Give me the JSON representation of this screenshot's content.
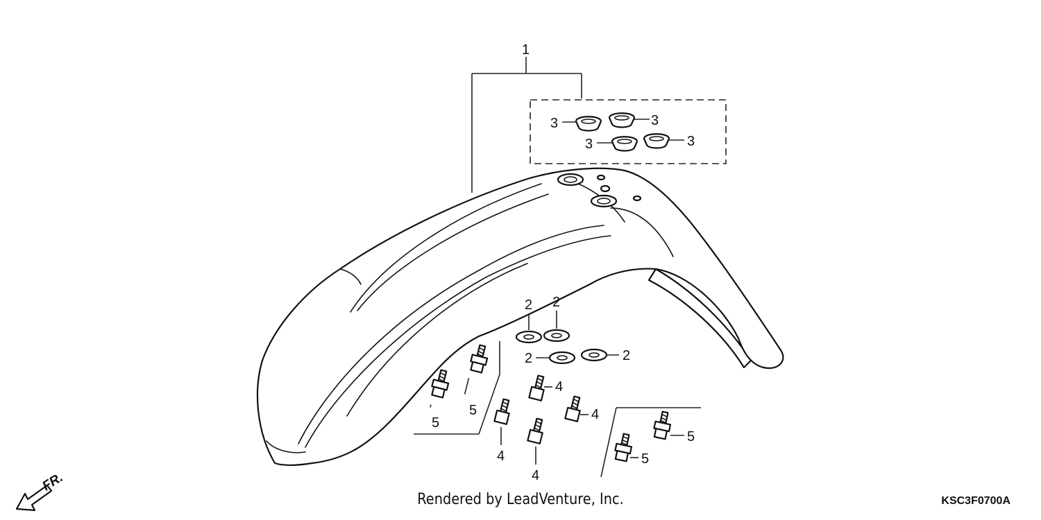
{
  "diagram": {
    "credit": "Rendered by LeadVenture, Inc.",
    "code": "KSC3F0700A",
    "direction_label": "FR.",
    "callouts": {
      "c1": "1",
      "c2a": "2",
      "c2b": "2",
      "c2c": "2",
      "c2d": "2",
      "c3a": "3",
      "c3b": "3",
      "c3c": "3",
      "c3d": "3",
      "c4a": "4",
      "c4b": "4",
      "c4c": "4",
      "c4d": "4",
      "c5a": "5",
      "c5b": "5",
      "c5c": "5",
      "c5d": "5"
    }
  }
}
